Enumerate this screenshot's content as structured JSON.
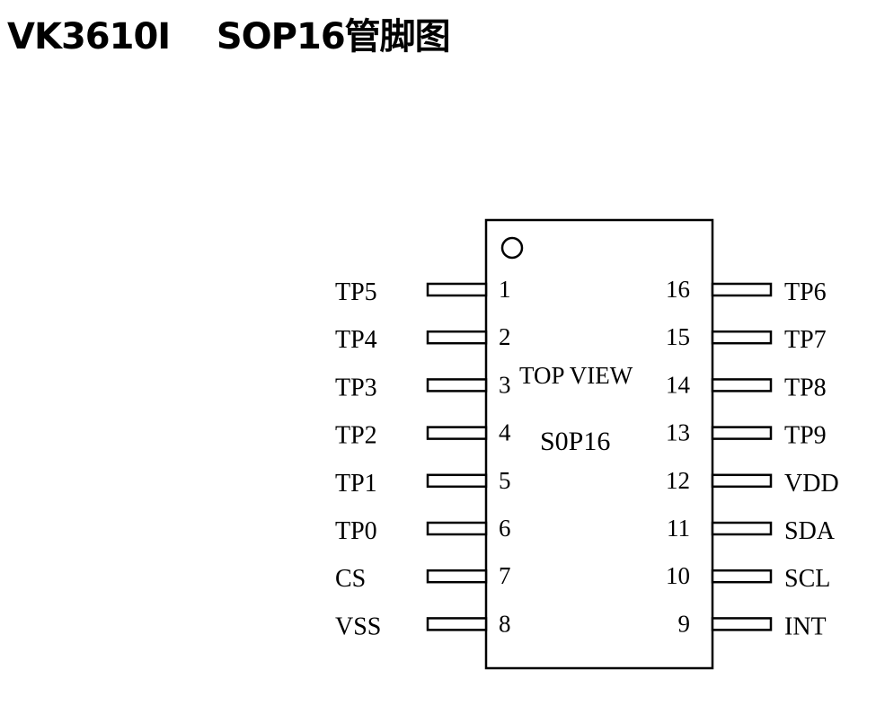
{
  "title": "VK3610I    SOP16管脚图",
  "chip": {
    "view_label": "TOP VIEW",
    "package_label": "S0P16"
  },
  "left_pins": [
    {
      "num": "1",
      "name": "TP5"
    },
    {
      "num": "2",
      "name": "TP4"
    },
    {
      "num": "3",
      "name": "TP3"
    },
    {
      "num": "4",
      "name": "TP2"
    },
    {
      "num": "5",
      "name": "TP1"
    },
    {
      "num": "6",
      "name": "TP0"
    },
    {
      "num": "7",
      "name": "CS"
    },
    {
      "num": "8",
      "name": "VSS"
    }
  ],
  "right_pins": [
    {
      "num": "16",
      "name": "TP6"
    },
    {
      "num": "15",
      "name": "TP7"
    },
    {
      "num": "14",
      "name": "TP8"
    },
    {
      "num": "13",
      "name": "TP9"
    },
    {
      "num": "12",
      "name": "VDD"
    },
    {
      "num": "11",
      "name": "SDA"
    },
    {
      "num": "10",
      "name": "SCL"
    },
    {
      "num": "9",
      "name": "INT"
    }
  ]
}
